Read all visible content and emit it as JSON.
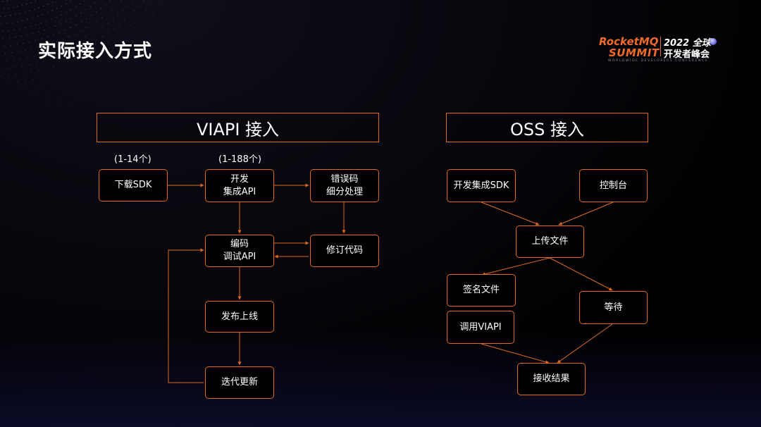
{
  "slide": {
    "title": "实际接入方式"
  },
  "logo": {
    "brand_line1": "RocketMQ",
    "brand_line2": "SUMMIT",
    "year_line": "2022 全球",
    "event_line": "开发者峰会",
    "tagline": "WORLDWIDE DEVELOPERS CONFERENCE"
  },
  "viapi": {
    "header": "VIAPI 接入",
    "note_sdk": "(1-14个)",
    "note_api": "(1-188个)",
    "nodes": {
      "download_sdk": "下载SDK",
      "develop": "开发\n集成API",
      "error_code": "错误码\n细分处理",
      "coding": "编码\n调试API",
      "fix_code": "修订代码",
      "release": "发布上线",
      "iterate": "迭代更新"
    }
  },
  "oss": {
    "header": "OSS 接入",
    "nodes": {
      "develop_sdk": "开发集成SDK",
      "console": "控制台",
      "upload": "上传文件",
      "sign": "签名文件",
      "wait": "等待",
      "call_viapi": "调用VIAPI",
      "receive": "接收结果"
    }
  },
  "colors": {
    "accent": "#e06a20",
    "background": "#000000",
    "text": "#ffffff"
  }
}
